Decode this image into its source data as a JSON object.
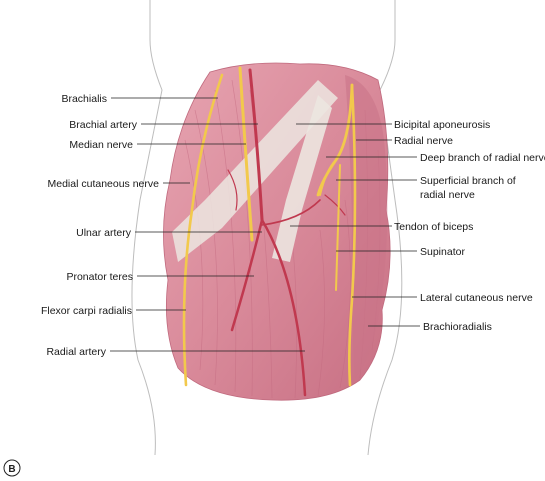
{
  "panel_label": "B",
  "labels_left": [
    "Brachialis",
    "Brachial artery",
    "Median nerve",
    "Medial cutaneous nerve",
    "Ulnar artery",
    "Pronator teres",
    "Flexor carpi radialis",
    "Radial artery"
  ],
  "labels_right": [
    "Bicipital aponeurosis",
    "Radial nerve",
    "Deep branch of radial nerve",
    "Superficial branch of",
    "radial nerve",
    "Tendon of biceps",
    "Supinator",
    "Lateral cutaneous nerve",
    "Brachioradialis"
  ],
  "colors": {
    "muscle": "#d98a9a",
    "muscle_dark": "#b85a70",
    "nerve": "#f2c94c",
    "artery": "#c0394f",
    "aponeurosis": "#ece6e0",
    "outline": "#b9b9b9"
  }
}
